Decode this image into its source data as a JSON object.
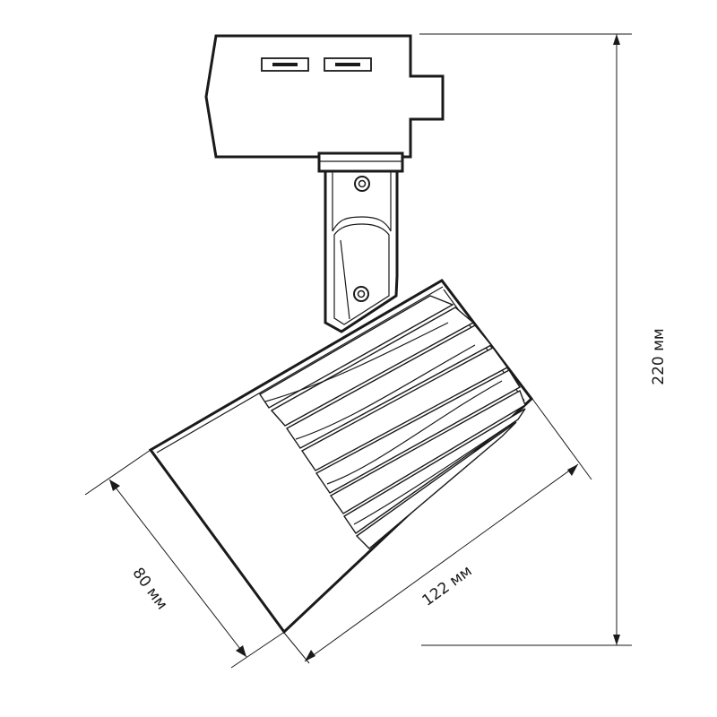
{
  "drawing": {
    "dimensions": {
      "height": "220 мм",
      "length": "122 мм",
      "diameter": "80 мм"
    },
    "line_color": "#1a1a1a",
    "background": "#ffffff"
  }
}
